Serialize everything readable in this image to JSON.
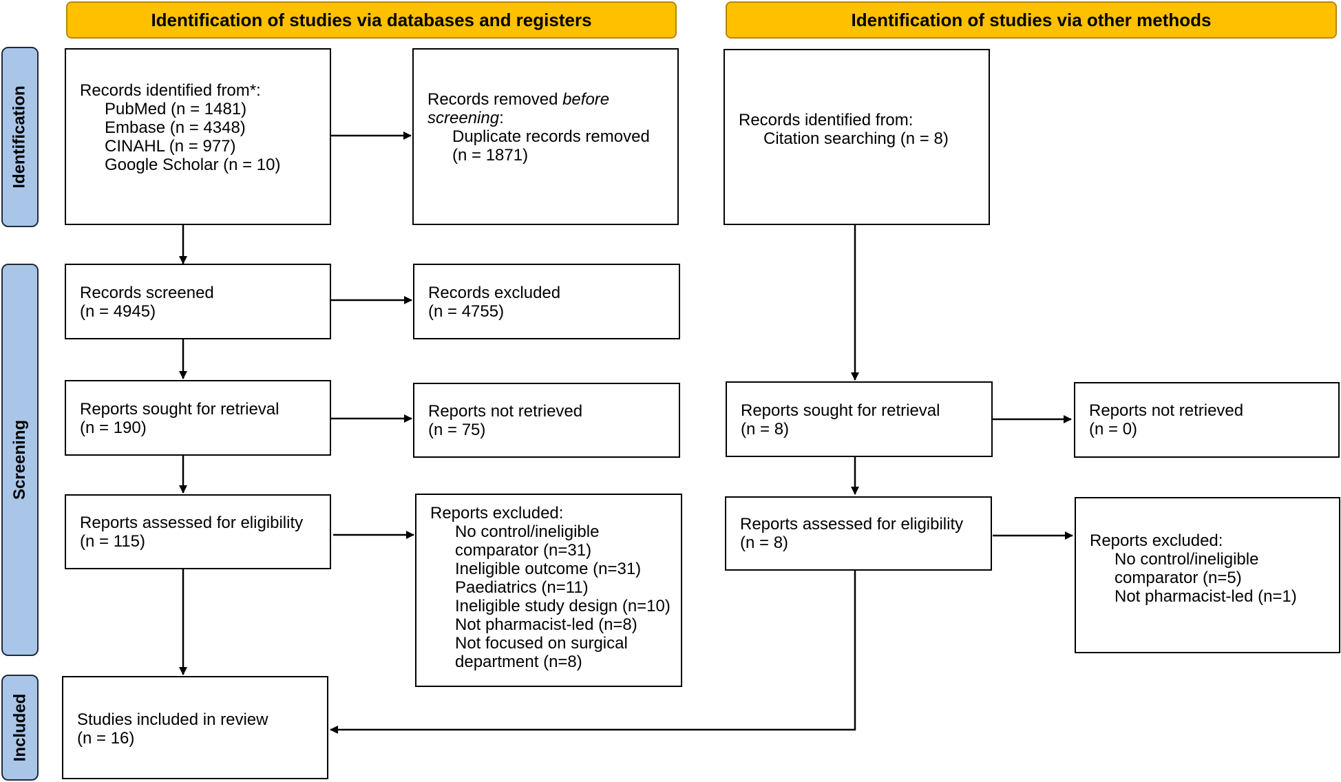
{
  "headers": {
    "databases": "Identification of studies via databases and registers",
    "other": "Identification of studies via other methods"
  },
  "phases": {
    "identification": "Identification",
    "screening": "Screening",
    "included": "Included"
  },
  "db": {
    "identified_title": "Records identified from*:",
    "sources": [
      "PubMed (n = 1481)",
      "Embase (n = 4348)",
      "CINAHL (n = 977)",
      "Google Scholar (n = 10)"
    ],
    "removed_prefix": "Records removed ",
    "removed_emph1": "before",
    "removed_emph2": "screening",
    "removed_suffix": ":",
    "duplicates_label": "Duplicate records removed",
    "duplicates_count": "(n = 1871)",
    "screened_label": "Records screened",
    "screened_count": "(n = 4945)",
    "excluded_label": "Records excluded",
    "excluded_count": "(n = 4755)",
    "sought_label": "Reports sought for retrieval",
    "sought_count": "(n = 190)",
    "not_retrieved_label": "Reports not retrieved",
    "not_retrieved_count": "(n = 75)",
    "assessed_label": "Reports assessed for eligibility",
    "assessed_count": "(n = 115)",
    "reports_excluded_title": "Reports excluded:",
    "reports_excluded_lines": [
      "No control/ineligible",
      "comparator (n=31)",
      "Ineligible outcome (n=31)",
      "Paediatrics (n=11)",
      "Ineligible study design (n=10)",
      "Not pharmacist-led (n=8)",
      "Not focused on surgical",
      "department (n=8)"
    ],
    "included_label": "Studies included in review",
    "included_count": "(n = 16)"
  },
  "other": {
    "identified_title": "Records identified from:",
    "identified_source": "Citation searching (n = 8)",
    "sought_label": "Reports sought for retrieval",
    "sought_count": "(n = 8)",
    "not_retrieved_label": "Reports not retrieved",
    "not_retrieved_count": "(n = 0)",
    "assessed_label": "Reports assessed for eligibility",
    "assessed_count": "(n = 8)",
    "reports_excluded_title": "Reports excluded:",
    "reports_excluded_lines": [
      "No control/ineligible",
      "comparator (n=5)",
      "Not pharmacist-led (n=1)"
    ]
  },
  "colors": {
    "header_fill": "#FFC000",
    "phase_fill": "#A9C6E8",
    "box_border": "#000000"
  }
}
